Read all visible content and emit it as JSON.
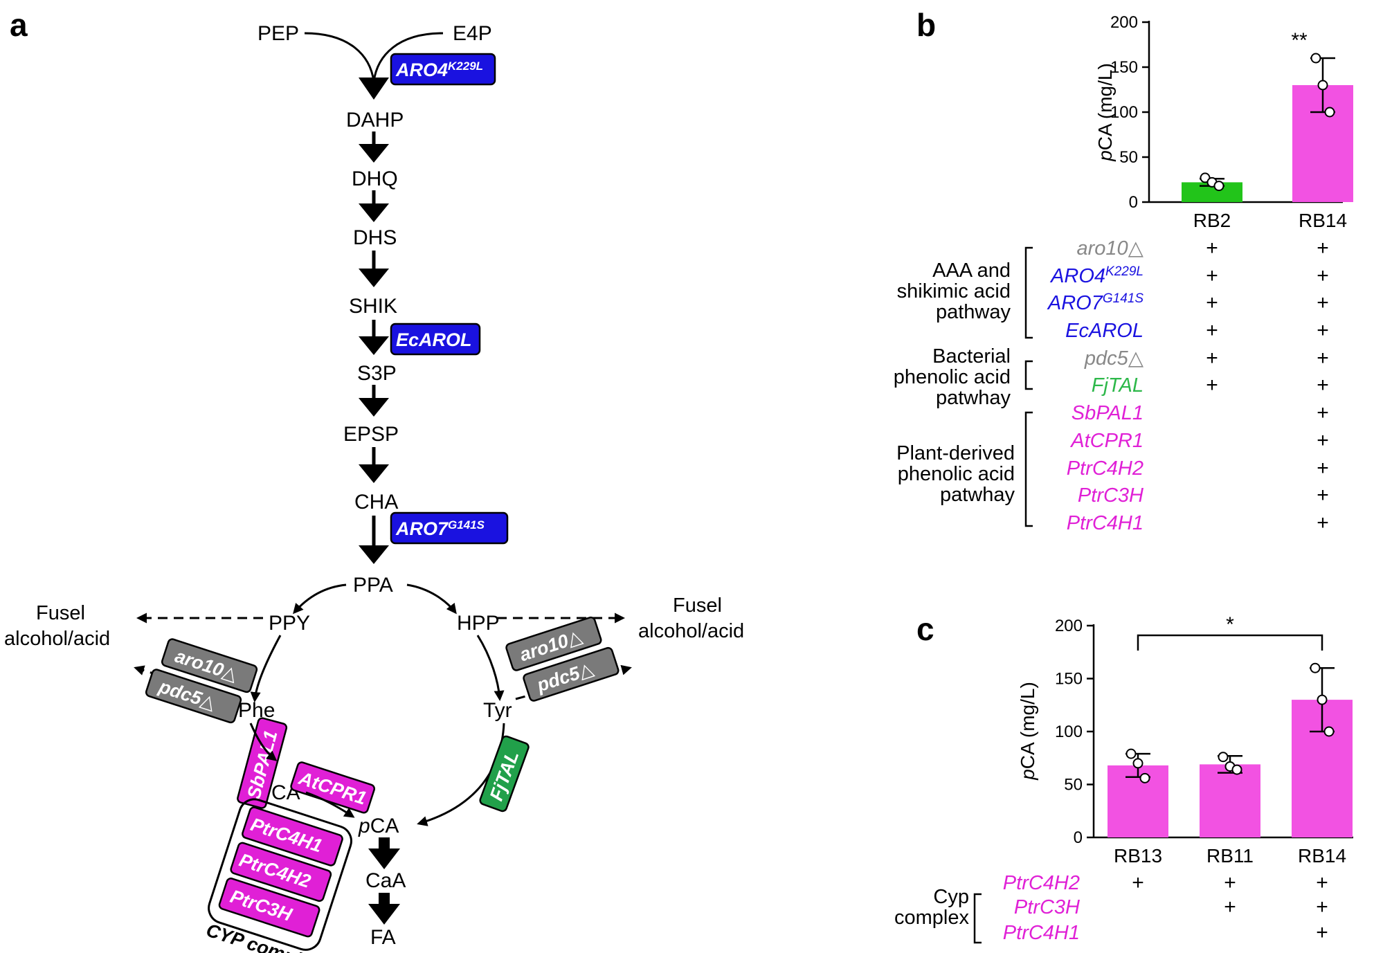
{
  "panels": {
    "a": "a",
    "b": "b",
    "c": "c"
  },
  "colors": {
    "blue": "#1a12e0",
    "magenta": "#e020d6",
    "green": "#2db84a",
    "gray": "#888888",
    "box_gray": "#7a7a7a",
    "box_green": "#21a04a",
    "bar_green": "#22c41a",
    "bar_magenta": "#f252e2"
  },
  "pathway": {
    "metabolites": {
      "pep": "PEP",
      "e4p": "E4P",
      "dahp": "DAHP",
      "dhq": "DHQ",
      "dhs": "DHS",
      "shik": "SHIK",
      "s3p": "S3P",
      "epsp": "EPSP",
      "cha": "CHA",
      "ppa": "PPA",
      "ppy": "PPY",
      "hpp": "HPP",
      "phe": "Phe",
      "tyr": "Tyr",
      "ca": "CA",
      "pca_italic": "p",
      "pca_rest": "CA",
      "caa": "CaA",
      "fa": "FA"
    },
    "fusel_left": [
      "Fusel",
      "alcohol/acid"
    ],
    "fusel_right": [
      "Fusel",
      "alcohol/acid"
    ],
    "enzymes": {
      "aro4": "ARO4",
      "aro4_sup": "K229L",
      "ecarol": "EcAROL",
      "aro7": "ARO7",
      "aro7_sup": "G141S",
      "aro10": "aro10△",
      "pdc5": "pdc5△",
      "sbpal1": "SbPAL1",
      "atcpr1": "AtCPR1",
      "fjtal": "FjTAL",
      "ptrc4h1": "PtrC4H1",
      "ptrc4h2": "PtrC4H2",
      "ptrc3h": "PtrC3H"
    },
    "cyp_label": "CYP complex"
  },
  "panel_b": {
    "table": {
      "groups": [
        {
          "label": [
            "AAA and",
            "shikimic acid",
            "pathway"
          ]
        },
        {
          "label": [
            "Bacterial",
            "phenolic acid",
            "patwhay"
          ]
        },
        {
          "label": [
            "Plant-derived",
            "phenolic acid",
            "patwhay"
          ]
        }
      ],
      "rows": [
        {
          "gene": "aro10△",
          "sup": "",
          "color": "gray",
          "rb2": "+",
          "rb14": "+"
        },
        {
          "gene": "ARO4",
          "sup": "K229L",
          "color": "blue",
          "rb2": "+",
          "rb14": "+"
        },
        {
          "gene": "ARO7",
          "sup": "G141S",
          "color": "blue",
          "rb2": "+",
          "rb14": "+"
        },
        {
          "gene": "EcAROL",
          "sup": "",
          "color": "blue",
          "rb2": "+",
          "rb14": "+"
        },
        {
          "gene": "pdc5△",
          "sup": "",
          "color": "gray",
          "rb2": "+",
          "rb14": "+"
        },
        {
          "gene": "FjTAL",
          "sup": "",
          "color": "green",
          "rb2": "+",
          "rb14": "+"
        },
        {
          "gene": "SbPAL1",
          "sup": "",
          "color": "magenta",
          "rb2": "",
          "rb14": "+"
        },
        {
          "gene": "AtCPR1",
          "sup": "",
          "color": "magenta",
          "rb2": "",
          "rb14": "+"
        },
        {
          "gene": "PtrC4H2",
          "sup": "",
          "color": "magenta",
          "rb2": "",
          "rb14": "+"
        },
        {
          "gene": "PtrC3H",
          "sup": "",
          "color": "magenta",
          "rb2": "",
          "rb14": "+"
        },
        {
          "gene": "PtrC4H1",
          "sup": "",
          "color": "magenta",
          "rb2": "",
          "rb14": "+"
        }
      ]
    }
  },
  "panel_c": {
    "table": {
      "group_label": [
        "Cyp",
        "complex"
      ],
      "rows": [
        {
          "gene": "PtrC4H2",
          "rb13": "+",
          "rb11": "+",
          "rb14": "+"
        },
        {
          "gene": "PtrC3H",
          "rb13": "",
          "rb11": "+",
          "rb14": "+"
        },
        {
          "gene": "PtrC4H1",
          "rb13": "",
          "rb11": "",
          "rb14": "+"
        }
      ]
    }
  },
  "chart_data": [
    {
      "type": "bar",
      "panel": "b",
      "categories": [
        "RB2",
        "RB14"
      ],
      "values": [
        22,
        130
      ],
      "errors": [
        4,
        30
      ],
      "points": [
        [
          27,
          22,
          18
        ],
        [
          160,
          130,
          100
        ]
      ],
      "bar_colors": [
        "#22c41a",
        "#f252e2"
      ],
      "ylabel_italic": "p",
      "ylabel_rest": "CA (mg/L)",
      "ylim": [
        0,
        200
      ],
      "yticks": [
        0,
        50,
        100,
        150,
        200
      ],
      "significance": "**"
    },
    {
      "type": "bar",
      "panel": "c",
      "categories": [
        "RB13",
        "RB11",
        "RB14"
      ],
      "values": [
        68,
        69,
        130
      ],
      "errors": [
        11,
        8,
        30
      ],
      "points": [
        [
          79,
          70,
          56
        ],
        [
          76,
          67,
          64
        ],
        [
          160,
          130,
          100
        ]
      ],
      "bar_colors": [
        "#f252e2",
        "#f252e2",
        "#f252e2"
      ],
      "ylabel_italic": "p",
      "ylabel_rest": "CA (mg/L)",
      "ylim": [
        0,
        200
      ],
      "yticks": [
        0,
        50,
        100,
        150,
        200
      ],
      "significance": "*",
      "comparison": [
        "RB13",
        "RB14"
      ]
    }
  ]
}
